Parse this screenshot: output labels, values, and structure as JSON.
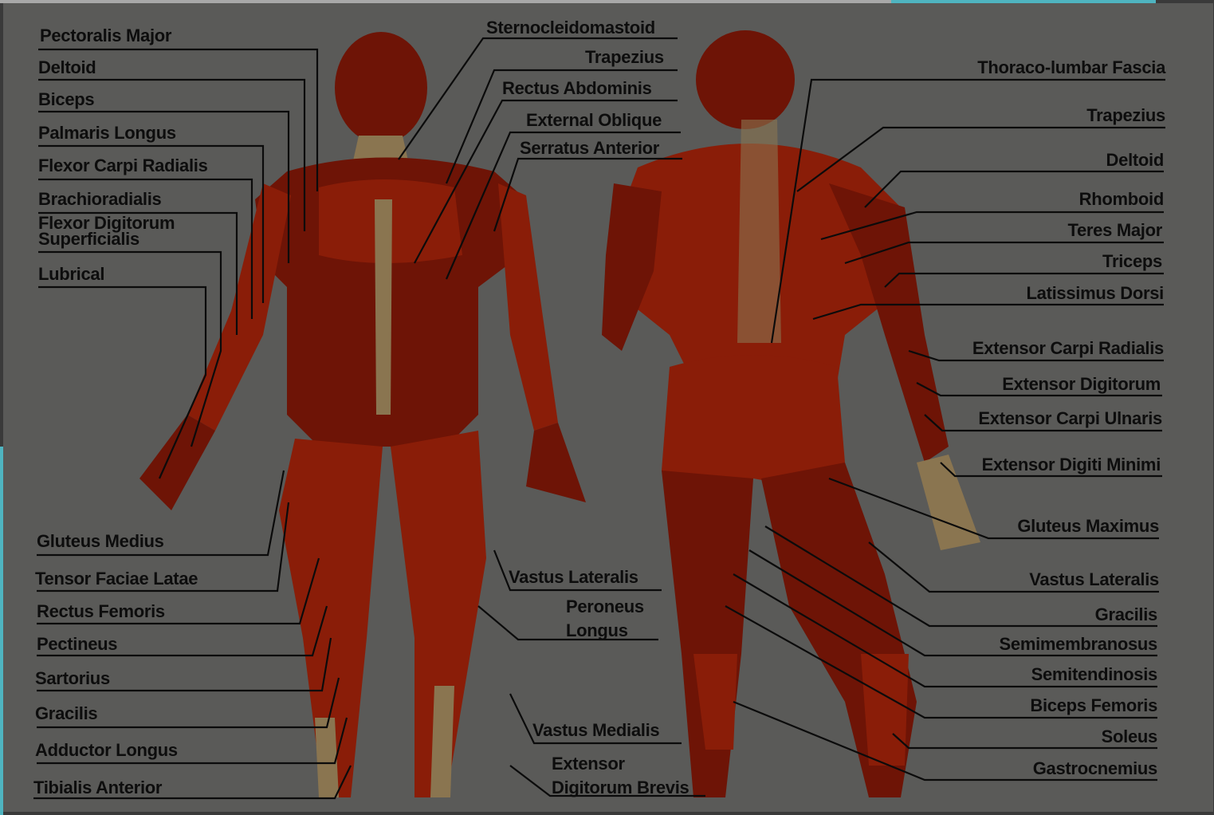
{
  "colors": {
    "background": "#5a5a58",
    "frame": "#3a3a3a",
    "accent_teal": "#4fb4c0",
    "muscle": "#6e1406",
    "muscle_light": "#8a1d08",
    "tendon": "#8a7550",
    "label_text": "#0d0d0d"
  },
  "front_left_labels": [
    "Pectoralis Major",
    "Deltoid",
    "Biceps",
    "Palmaris Longus",
    "Flexor Carpi Radialis",
    "Brachioradialis",
    "Flexor Digitorum\nSuperficialis",
    "Lubrical",
    "Gluteus Medius",
    "Tensor Faciae Latae",
    "Rectus Femoris",
    "Pectineus",
    "Sartorius",
    "Gracilis",
    "Adductor Longus",
    "Tibialis Anterior"
  ],
  "front_center_labels": [
    "Sternocleidomastoid",
    "Trapezius",
    "Rectus Abdominis",
    "External Oblique",
    "Serratus Anterior",
    "Vastus Lateralis",
    "Peroneus\nLongus",
    "Vastus Medialis",
    "Extensor\nDigitorum Brevis"
  ],
  "back_right_labels": [
    "Thoraco-lumbar Fascia",
    "Trapezius",
    "Deltoid",
    "Rhomboid",
    "Teres Major",
    "Triceps",
    "Latissimus Dorsi",
    "Extensor Carpi Radialis",
    "Extensor Digitorum",
    "Extensor Carpi Ulnaris",
    "Extensor Digiti Minimi",
    "Gluteus Maximus",
    "Vastus Lateralis",
    "Gracilis",
    "Semimembranosus",
    "Semitendinosis",
    "Biceps Femoris",
    "Soleus",
    "Gastrocnemius"
  ]
}
